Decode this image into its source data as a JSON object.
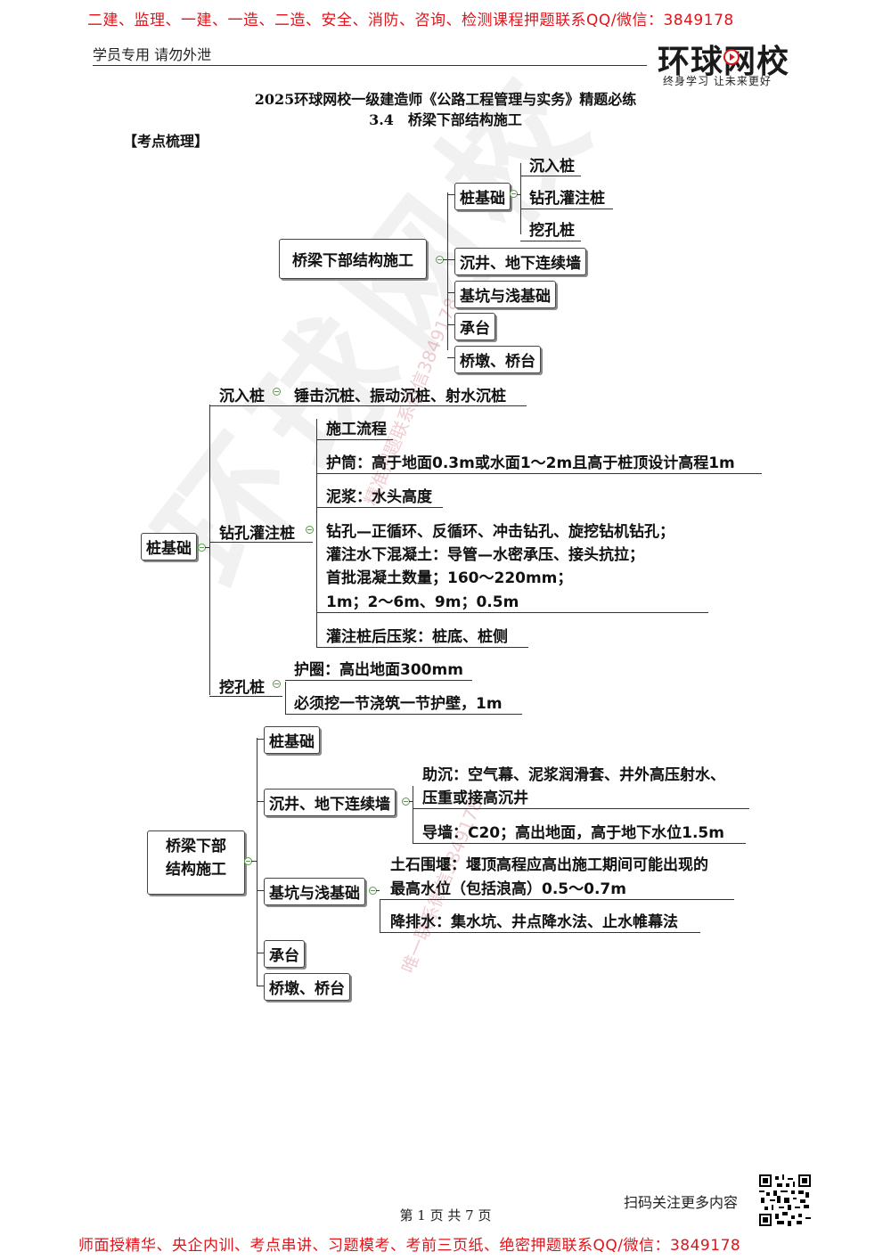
{
  "banner_top": "二建、监理、一建、一造、二造、安全、消防、咨询、检测课程押题联系QQ/微信：3849178",
  "banner_bottom": "师面授精华、央企内训、考点串讲、习题模考、考前三页纸、绝密押题联系QQ/微信：3849178",
  "header": {
    "notice": "学员专用 请勿外泄",
    "logo_text": "环球网校",
    "logo_slogan": "终身学习 让未来更好"
  },
  "doc": {
    "title": "2025环球网校一级建造师《公路工程管理与实务》精题必练",
    "section": "3.4　桥梁下部结构施工",
    "tag": "【考点梳理】"
  },
  "map1": {
    "root": "桥梁下部结构施工",
    "children": [
      "桩基础",
      "沉井、地下连续墙",
      "基坑与浅基础",
      "承台",
      "桥墩、桥台"
    ],
    "pile_types": [
      "沉入桩",
      "钻孔灌注桩",
      "挖孔桩"
    ]
  },
  "map2": {
    "root": "桩基础",
    "sink": {
      "label": "沉入桩",
      "text": "锤击沉桩、振动沉桩、射水沉桩"
    },
    "bored": {
      "label": "钻孔灌注桩",
      "items": [
        "施工流程",
        "护筒：高于地面0.3m或水面1～2m且高于桩顶设计高程1m",
        "泥浆：水头高度",
        "钻孔—正循环、反循环、冲击钻孔、旋挖钻机钻孔；",
        "灌注水下混凝土：导管—水密承压、接头抗拉；",
        "首批混凝土数量；160～220mm；",
        "1m；2～6m、9m；0.5m",
        "灌注桩后压浆：桩底、桩侧"
      ]
    },
    "dug": {
      "label": "挖孔桩",
      "items": [
        "护圈：高出地面300mm",
        "必须挖一节浇筑一节护壁，1m"
      ]
    }
  },
  "map3": {
    "root_line1": "桥梁下部",
    "root_line2": "结构施工",
    "children": [
      "桩基础",
      "沉井、地下连续墙",
      "基坑与浅基础",
      "承台",
      "桥墩、桥台"
    ],
    "caisson_items": [
      "助沉：空气幕、泥浆润滑套、井外高压射水、",
      "压重或接高沉井",
      "导墙：C20；高出地面，高于地下水位1.5m"
    ],
    "pit_items": [
      "土石围堰：堰顶高程应高出施工期间可能出现的",
      "最高水位（包括浪高）0.5～0.7m",
      "降排水：集水坑、井点降水法、止水帷幕法"
    ]
  },
  "watermark": {
    "big": "环球网校",
    "small1": "精准押题联系微信3849178",
    "small2": "唯一联系微信3849178"
  },
  "footer": {
    "qr_caption": "扫码关注更多内容",
    "page": "第 1 页 共 7 页"
  },
  "colors": {
    "banner": "#e0141b",
    "logo": "#1a1a1a",
    "logo_accent": "#e0141b",
    "collapse": "#5a9a4a"
  }
}
